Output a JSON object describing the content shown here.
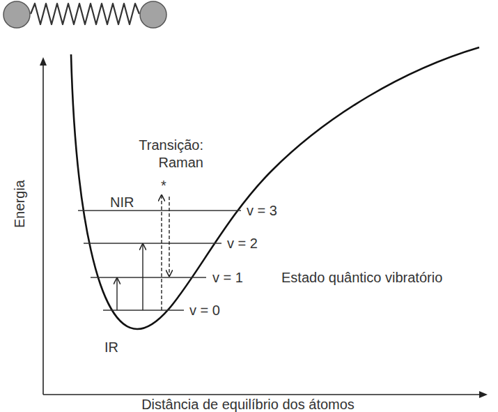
{
  "diagram": {
    "labels": [
      "Transição: Raman",
      "NIR",
      "*",
      "v = 3",
      "v = 2",
      "v = 1",
      "v = 0",
      "IR",
      "Estado quântico vibratório",
      "Energia",
      "Distância de equilíbrio dos átomos"
    ]
  }
}
